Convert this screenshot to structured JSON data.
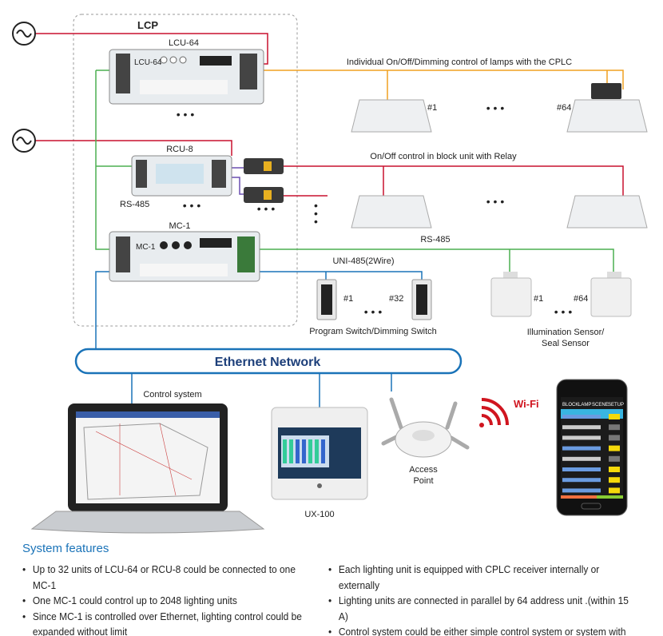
{
  "lcp": {
    "label": "LCP"
  },
  "devices": {
    "lcu": "LCU-64",
    "rcu": "RCU-8",
    "mc": "MC-1",
    "rs485_left": "RS-485",
    "ux": "UX-100",
    "access_point": [
      "Access",
      "Point"
    ],
    "control_system": "Control system",
    "wifi": "Wi-Fi"
  },
  "lines": {
    "cplc": "Individual On/Off/Dimming control of lamps with the CPLC",
    "relay": "On/Off control in block unit with Relay",
    "rs485": "RS-485",
    "uni485": "UNI-485(2Wire)"
  },
  "lamps": {
    "first": "#1",
    "last": "#64"
  },
  "switches": {
    "first": "#1",
    "last": "#32",
    "caption": "Program Switch/Dimming Switch"
  },
  "sensors": {
    "first": "#1",
    "last": "#64",
    "caption": [
      "Illumination Sensor/",
      "Seal Sensor"
    ]
  },
  "network": {
    "label": "Ethernet Network"
  },
  "phone": {
    "tabs": [
      "BLOCK",
      "LAMP",
      "SCENE",
      "SETUP"
    ]
  },
  "colors": {
    "power": "#c8102e",
    "cplc": "#f0a020",
    "rs485": "#4caf50",
    "ethernet": "#1a73b8",
    "relay": "#6a4fb0"
  },
  "features": {
    "title": "System features",
    "left": [
      "Up to 32 units of LCU-64 or RCU-8 could be connected to one MC-1",
      "One MC-1 could control up to 2048 lighting units",
      "Since MC-1 is controlled over Ethernet, lighting control could be expanded without limit"
    ],
    "right": [
      "Each lighting unit is equipped with CPLC receiver internally or externally",
      "Lighting units are connected in parallel by 64 address unit .(within 15 A)",
      "Control system could be either simple control system or system with graphic control interface."
    ]
  }
}
